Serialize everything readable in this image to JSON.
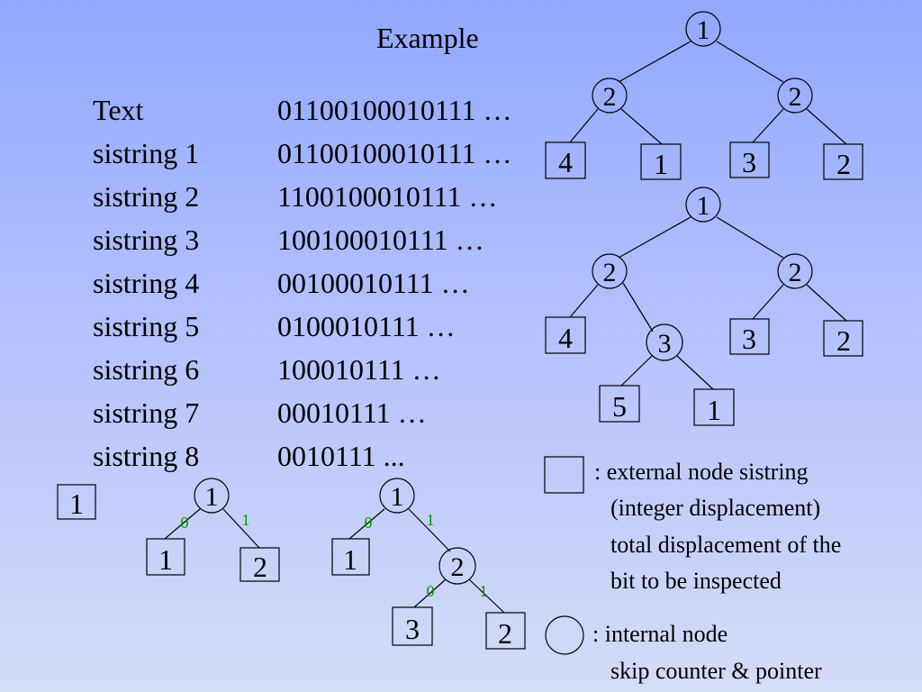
{
  "title": "Example",
  "rows": [
    {
      "label": "Text",
      "bits": "01100100010111 …"
    },
    {
      "label": "sistring 1",
      "bits": "01100100010111 …"
    },
    {
      "label": "sistring 2",
      "bits": "1100100010111 …"
    },
    {
      "label": "sistring 3",
      "bits": "100100010111 …"
    },
    {
      "label": "sistring 4",
      "bits": "00100010111 …"
    },
    {
      "label": "sistring 5",
      "bits": "0100010111 …"
    },
    {
      "label": "sistring 6",
      "bits": "100010111 …"
    },
    {
      "label": "sistring 7",
      "bits": "00010111 …"
    },
    {
      "label": "sistring 8",
      "bits": "0010111 ..."
    }
  ],
  "colors": {
    "edge_label": "#009900",
    "stroke": "#000000"
  },
  "trees": {
    "t0": {
      "leaf": "1"
    },
    "t1": {
      "root": "1",
      "edge0": "0",
      "edge1": "1",
      "left_leaf": "1",
      "right_leaf": "2"
    },
    "t2": {
      "root": "1",
      "edge0": "0",
      "edge1": "1",
      "left_leaf": "1",
      "mid": "2",
      "mid_edge0": "0",
      "mid_edge1": "1",
      "mid_left_leaf": "3",
      "mid_right_leaf": "2"
    },
    "t3": {
      "root": "1",
      "left": "2",
      "right": "2",
      "ll_leaf": "4",
      "lr_leaf": "1",
      "rl_leaf": "3",
      "rr_leaf": "2"
    },
    "t4": {
      "root": "1",
      "left": "2",
      "right": "2",
      "ll_leaf": "4",
      "mid": "3",
      "mid_left_leaf": "5",
      "mid_right_leaf": "1",
      "rl_leaf": "3",
      "rr_leaf": "2"
    }
  },
  "legend": {
    "external_line1": ": external node sistring",
    "external_line2": "(integer displacement)",
    "external_line3": "total displacement of the",
    "external_line4": "bit to be inspected",
    "internal_line1": ": internal node",
    "internal_line2": "skip counter & pointer"
  }
}
